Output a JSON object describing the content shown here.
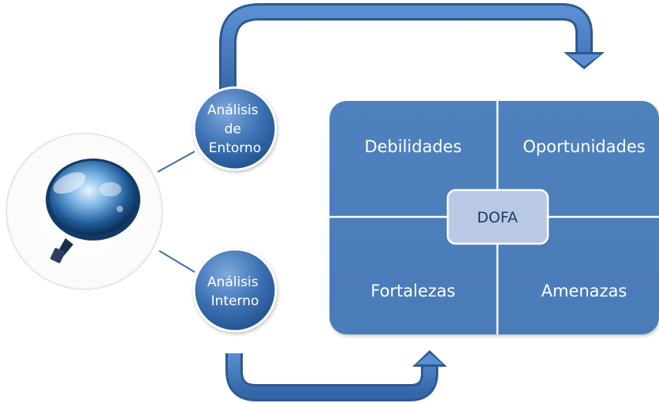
{
  "colors": {
    "primary_blue": "#4f81bd",
    "dark_blue": "#2c5a8f",
    "light_box": "#b9c9e3",
    "center_text": "#1f3a60"
  },
  "icon": {
    "name": "magnifying-glass-icon"
  },
  "nodes": {
    "analysis_entorno": [
      "Análisis",
      "de",
      "Entorno"
    ],
    "analysis_interno": [
      "Análisis",
      "Interno"
    ]
  },
  "matrix": {
    "center_label": "DOFA",
    "top_left": "Debilidades",
    "top_right": "Oportunidades",
    "bottom_left": "Fortalezas",
    "bottom_right": "Amenazas"
  }
}
